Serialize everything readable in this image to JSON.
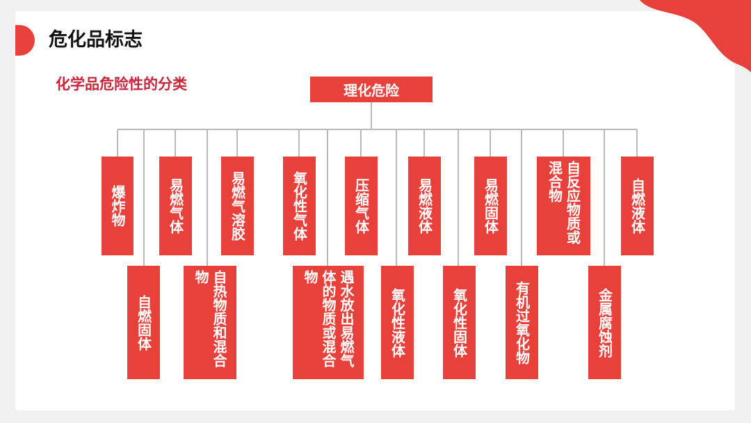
{
  "slide": {
    "title": "危化品标志",
    "subtitle": "化学品危险性的分类"
  },
  "diagram": {
    "root": "理化危险",
    "top_row": [
      "爆炸物",
      "易燃气体",
      "易燃气溶胶",
      "氧化性气体",
      "压缩气体",
      "易燃液体",
      "易燃固体",
      "自反应物质或混合物",
      "自燃液体"
    ],
    "bottom_row": [
      "自燃固体",
      "自热物质和混合物",
      "遇水放出易燃气体的物质或混合物",
      "氧化性液体",
      "氧化性固体",
      "有机过氧化物",
      "金属腐蚀剂"
    ]
  },
  "colors": {
    "accent": "#e8403a",
    "subtitle": "#c8253a",
    "line": "#b9b9b9"
  }
}
